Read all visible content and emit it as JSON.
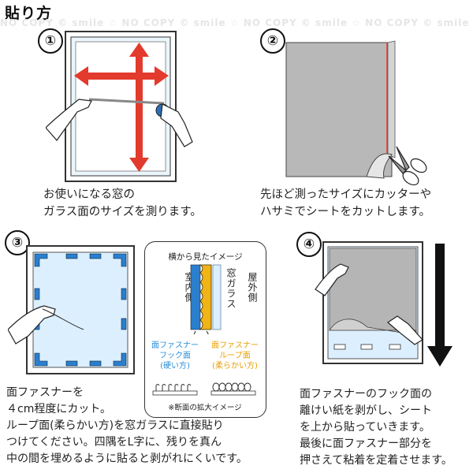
{
  "title": "貼り方",
  "watermark": "NO COPY © smile ☆ NO COPY © smile ☆ NO COPY © smile ☆ NO COPY © smile ☆ NO COPY © smile",
  "colors": {
    "arrow_red": "#e23a2c",
    "fastener_blue": "#2a7fcf",
    "fastener_orange": "#f0b418",
    "glass": "#dcefff",
    "sheet_gray": "#b5b5b5"
  },
  "steps": [
    {
      "number": "①",
      "caption_lines": [
        "お使いになる窓の",
        "ガラス面のサイズを測ります。"
      ]
    },
    {
      "number": "②",
      "caption_lines": [
        "先ほど測ったサイズにカッターや",
        "ハサミでシートをカットします。"
      ]
    },
    {
      "number": "③",
      "caption_lines": [
        "面ファスナーを",
        "４cm程度にカット。",
        "ループ面(柔らかい方)を窓ガラスに直接貼り",
        "つけてください。四隅をL字に、残りを真ん",
        "中の間を埋めるように貼ると剥がれにくいです。"
      ]
    },
    {
      "number": "④",
      "caption_lines": [
        "面ファスナーのフック面の",
        "離けい紙を剥がし、シート",
        "を上から貼っていきます。",
        "最後に面ファスナー部分を",
        "押さえて粘着を定着させます。"
      ]
    }
  ],
  "inset": {
    "title": "横から見たイメージ",
    "indoor": "室内側",
    "glass": "窓ガラス",
    "outdoor": "屋外側",
    "hook_lines": [
      "面ファスナー",
      "フック面",
      "(硬い方)"
    ],
    "loop_lines": [
      "面ファスナー",
      "ループ面",
      "(柔らかい方)"
    ],
    "note": "※断面の拡大イメージ"
  }
}
